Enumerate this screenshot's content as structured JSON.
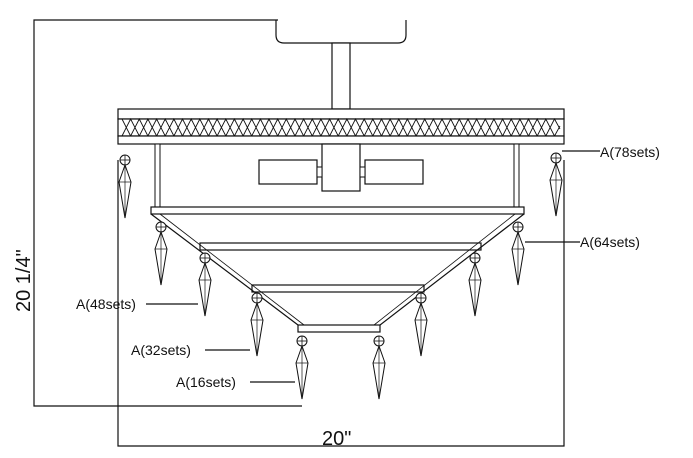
{
  "dimensions": {
    "height": "20 1/4\"",
    "width": "20\""
  },
  "crystal_labels": {
    "tier1": "A(78sets)",
    "tier2": "A(64sets)",
    "tier3": "A(48sets)",
    "tier4": "A(32sets)",
    "tier5": "A(16sets)"
  },
  "colors": {
    "line": "#111111",
    "background": "#ffffff"
  }
}
